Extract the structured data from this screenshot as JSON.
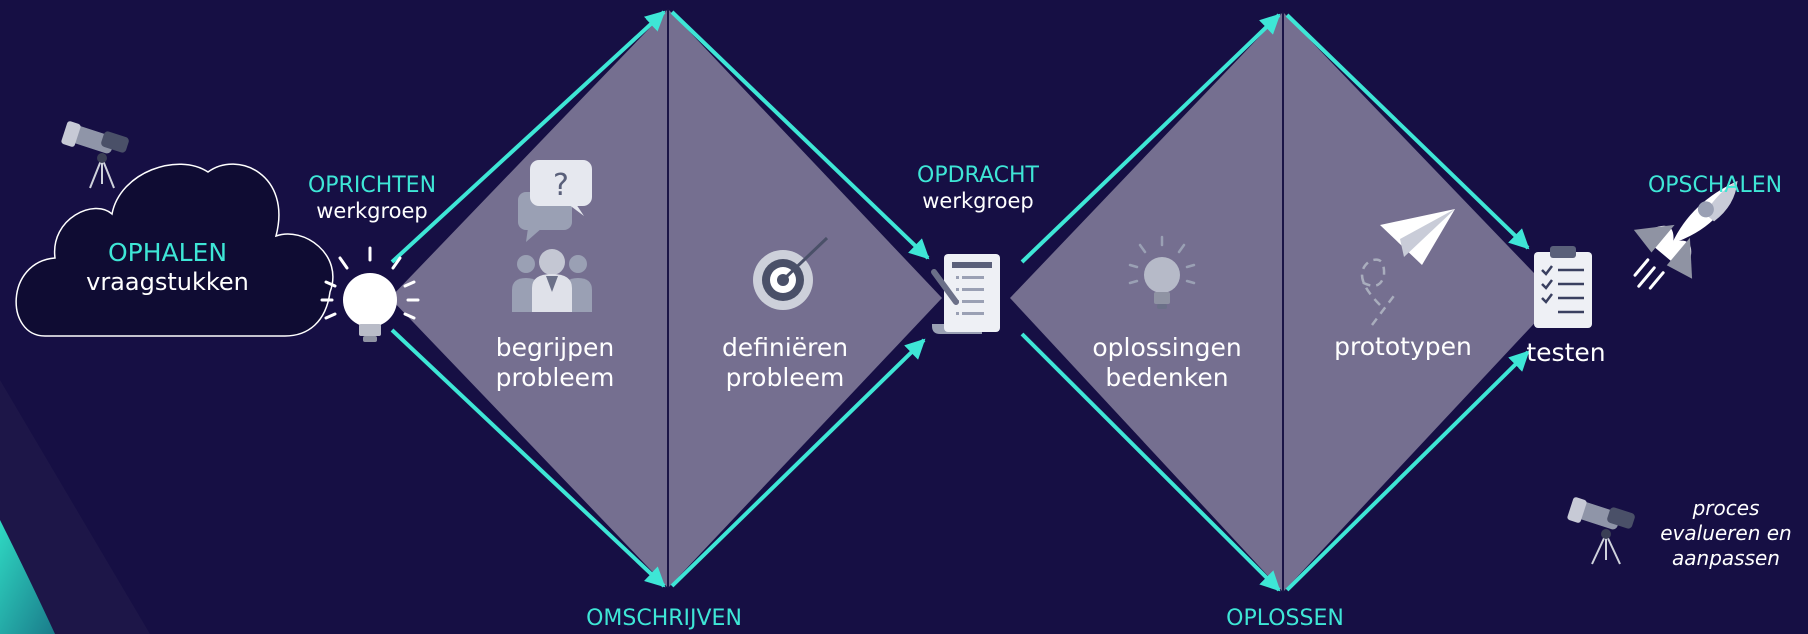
{
  "colors": {
    "background": "#160f44",
    "diamond_fill": "#756f90",
    "accent_teal": "#3ee6d6",
    "white": "#ffffff"
  },
  "cloud": {
    "title": "OPHALEN",
    "subtitle": "vraagstukken"
  },
  "stage_start": {
    "title": "OPRICHTEN",
    "subtitle": "werkgroep"
  },
  "stage_mid": {
    "title": "OPDRACHT",
    "subtitle": "werkgroep"
  },
  "stage_end": {
    "title": "OPSCHALEN"
  },
  "diamond_1": {
    "left_label": [
      "begrijpen",
      "probleem"
    ],
    "right_label": [
      "definiëren",
      "probleem"
    ],
    "bottom_label": "OMSCHRIJVEN"
  },
  "diamond_2": {
    "left_label": [
      "oplossingen",
      "bedenken"
    ],
    "right_label": "prototypen",
    "end_label": "testen",
    "bottom_label": "OPLOSSEN"
  },
  "note": [
    "proces",
    "evalueren en",
    "aanpassen"
  ],
  "icons": [
    "telescope-icon",
    "cloud-icon",
    "lightbulb-icon",
    "chat-question-icon",
    "team-icon",
    "target-icon",
    "document-icon",
    "bulb-outline-icon",
    "paper-plane-icon",
    "clipboard-icon",
    "rocket-icon"
  ]
}
